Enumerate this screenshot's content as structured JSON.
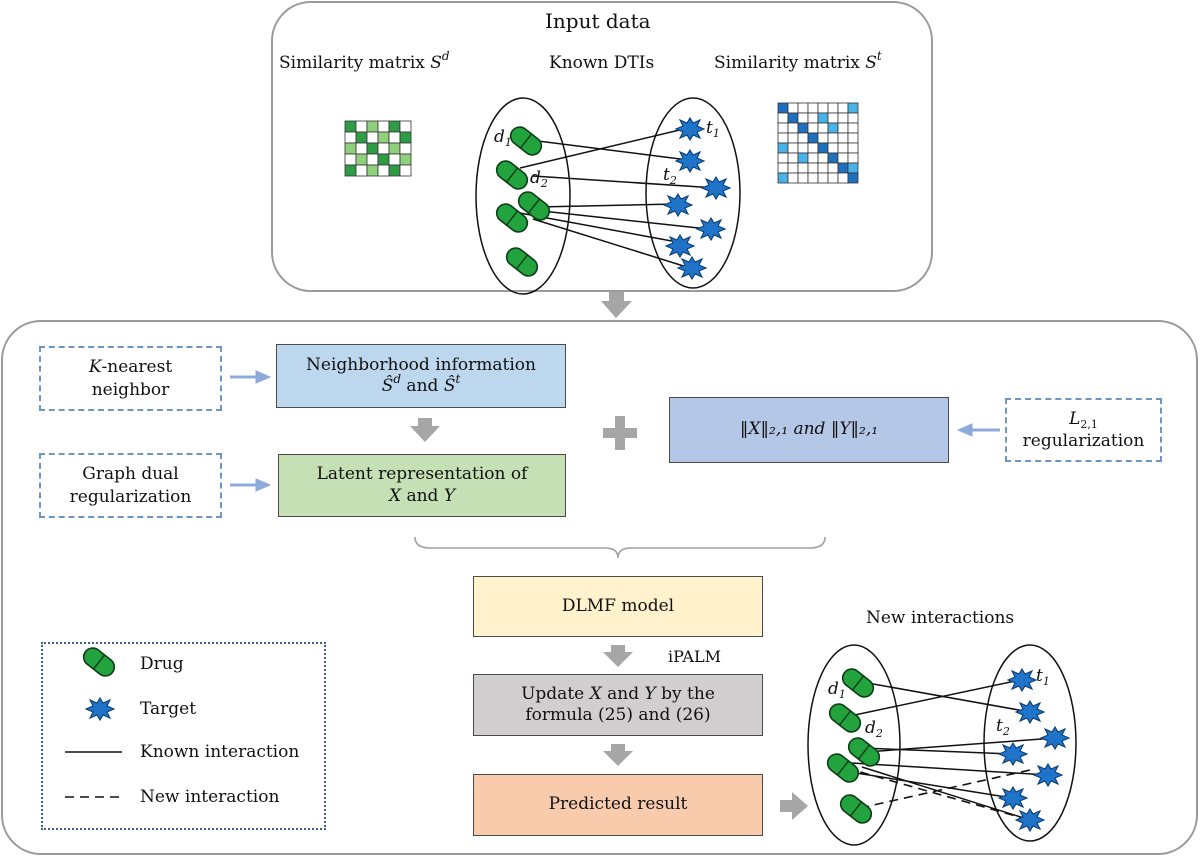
{
  "input_panel": {
    "title": "Input data",
    "sim_drug_label": "Similarity matrix ",
    "sim_drug_symbol": "S",
    "sim_drug_sup": "d",
    "known_dtis_label": "Known DTIs",
    "sim_target_label": "Similarity matrix ",
    "sim_target_symbol": "S",
    "sim_target_sup": "t",
    "d1": "d",
    "d1_sub": "1",
    "d2": "d",
    "d2_sub": "2",
    "t1": "t",
    "t1_sub": "1",
    "t2": "t",
    "t2_sub": "2"
  },
  "method_panel": {
    "knn": {
      "italic": "K",
      "line1_rest": "-nearest",
      "line2": "neighbor"
    },
    "neighborhood": {
      "line1": "Neighborhood information",
      "s_hat_d": "Ŝ",
      "sup_d": "d",
      "and": " and ",
      "s_hat_t": "Ŝ",
      "sup_t": "t"
    },
    "graph_dual": {
      "line1": "Graph dual",
      "line2": "regularization"
    },
    "latent": {
      "line1": "Latent representation of",
      "x": "X",
      "and": " and ",
      "y": "Y"
    },
    "norm_box": {
      "text": "‖X‖₂,₁  and  ‖Y‖₂,₁"
    },
    "l21": {
      "symbol": "L",
      "sub": "2,1",
      "line2": "regularization"
    },
    "dlmf": "DLMF model",
    "ipalm": "iPALM",
    "update": {
      "line1_pre": "Update ",
      "x": "X",
      "and": " and ",
      "y": "Y",
      "line1_post": " by the",
      "line2": "formula (25) and (26)"
    },
    "predicted": "Predicted result",
    "new_interactions": "New interactions",
    "legend": {
      "drug": "Drug",
      "target": "Target",
      "known": "Known interaction",
      "new": "New interaction"
    }
  },
  "colors": {
    "panel_border": "#9a9a9a",
    "gray_arrow": "#a6a6a6",
    "blue_arrow": "#8eaadb",
    "neighborhood_fill": "#bdd7ee",
    "latent_fill": "#c5e0b4",
    "norm_fill": "#b4c7e7",
    "dlmf_fill": "#fff2cc",
    "update_fill": "#d0cece",
    "predicted_fill": "#f8cbad",
    "drug_green": "#22a33e",
    "target_blue": "#1f74c9"
  }
}
